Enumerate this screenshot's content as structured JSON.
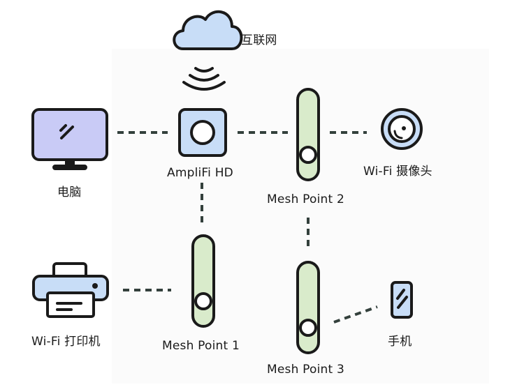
{
  "nodes": {
    "internet": "互联网",
    "computer": "电脑",
    "router": "AmpliFi HD",
    "mesh_point_2": "Mesh Point 2",
    "camera": "Wi-Fi 摄像头",
    "printer": "Wi-Fi 打印机",
    "mesh_point_1": "Mesh Point 1",
    "mesh_point_3": "Mesh Point 3",
    "phone": "手机"
  },
  "colors": {
    "outline": "#1a1a1a",
    "screen_fill": "#c9cbf6",
    "device_fill": "#c8ddf7",
    "mesh_fill": "#d9ebcb",
    "link_dash": "#33403c",
    "background": "#ffffff"
  },
  "icons": {
    "internet": "cloud-icon",
    "computer": "monitor-icon",
    "router": "router-icon",
    "camera": "camera-icon",
    "printer": "printer-icon",
    "mesh": "mesh-point-icon",
    "phone": "phone-icon",
    "signal": "wifi-signal-icon"
  }
}
